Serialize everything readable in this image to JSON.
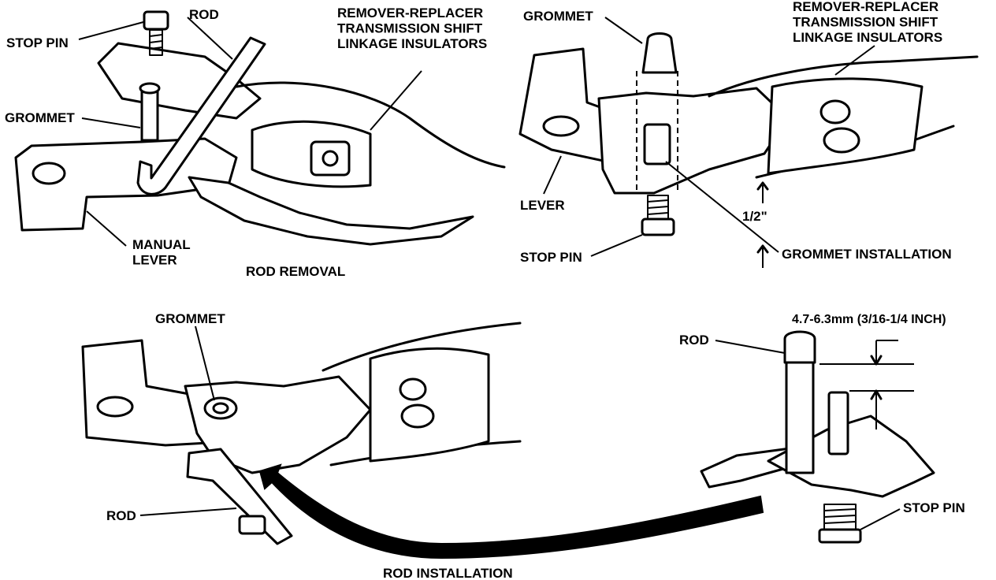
{
  "panels": {
    "rod_removal": {
      "title": "ROD REMOVAL",
      "labels": {
        "stop_pin": "STOP PIN",
        "rod": "ROD",
        "tool": "REMOVER-REPLACER\nTRANSMISSION SHIFT\nLINKAGE INSULATORS",
        "grommet": "GROMMET",
        "manual_lever": "MANUAL\nLEVER"
      }
    },
    "grommet_installation": {
      "title": "GROMMET INSTALLATION",
      "labels": {
        "grommet": "GROMMET",
        "tool": "REMOVER-REPLACER\nTRANSMISSION SHIFT\nLINKAGE INSULATORS",
        "lever": "LEVER",
        "dimension": "1/2\"",
        "stop_pin": "STOP PIN"
      }
    },
    "rod_installation": {
      "title": "ROD INSTALLATION",
      "labels": {
        "grommet": "GROMMET",
        "rod": "ROD"
      }
    },
    "stop_pin_detail": {
      "labels": {
        "dimension": "4.7-6.3mm (3/16-1/4 INCH)",
        "rod": "ROD",
        "stop_pin": "STOP PIN"
      }
    }
  }
}
